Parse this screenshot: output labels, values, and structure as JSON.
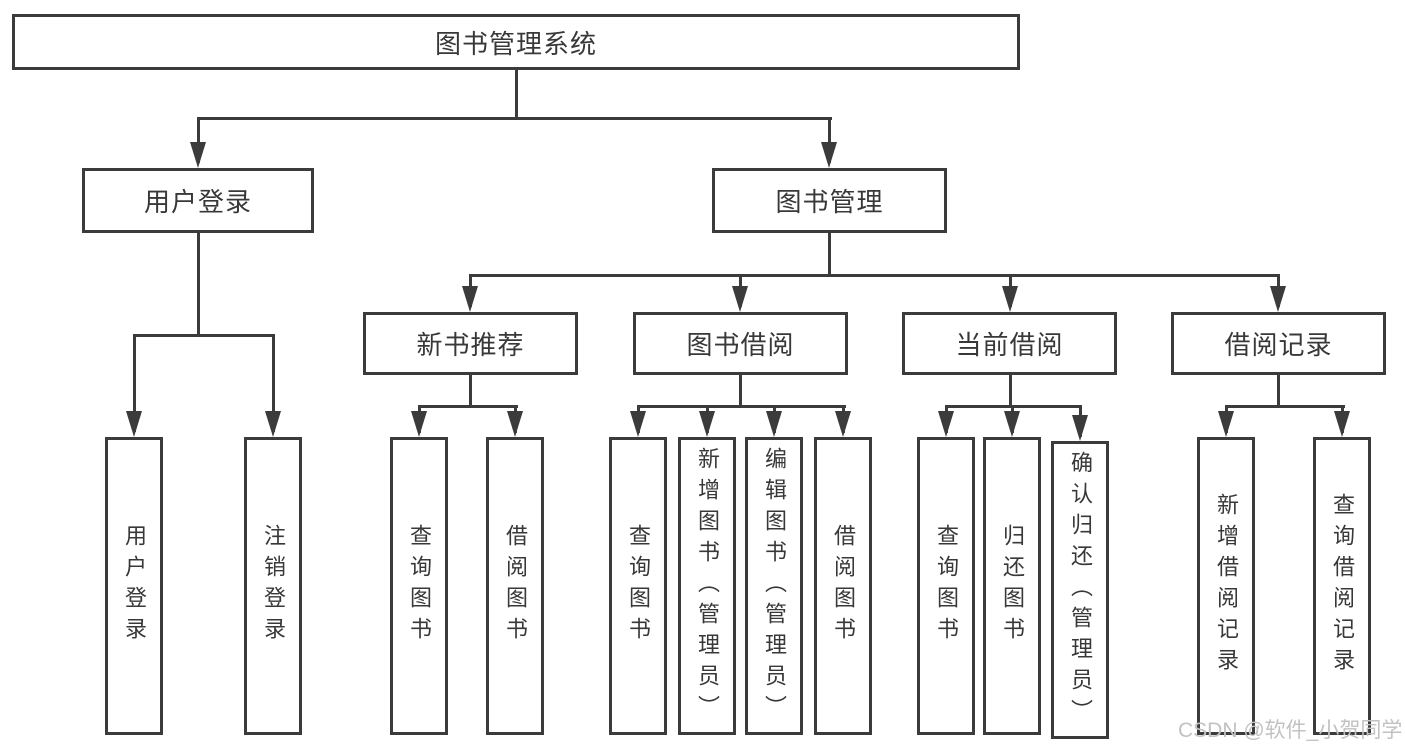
{
  "diagram": {
    "title": "图书管理系统",
    "type": "tree",
    "colors": {
      "line": "#3b3b3b",
      "text": "#383838",
      "background": "#ffffff",
      "watermark": "#c2c2c2"
    },
    "root": {
      "label": "图书管理系统"
    },
    "level2": [
      {
        "label": "用户登录",
        "parent": "图书管理系统"
      },
      {
        "label": "图书管理",
        "parent": "图书管理系统"
      }
    ],
    "level3": [
      {
        "label": "新书推荐",
        "parent": "图书管理"
      },
      {
        "label": "图书借阅",
        "parent": "图书管理"
      },
      {
        "label": "当前借阅",
        "parent": "图书管理"
      },
      {
        "label": "借阅记录",
        "parent": "图书管理"
      }
    ],
    "leaves": [
      {
        "label": "用户登录",
        "parent": "用户登录"
      },
      {
        "label": "注销登录",
        "parent": "用户登录"
      },
      {
        "label": "查询图书",
        "parent": "新书推荐"
      },
      {
        "label": "借阅图书",
        "parent": "新书推荐"
      },
      {
        "label": "查询图书",
        "parent": "图书借阅"
      },
      {
        "label": "新增图书（管理员）",
        "parent": "图书借阅"
      },
      {
        "label": "编辑图书（管理员）",
        "parent": "图书借阅"
      },
      {
        "label": "借阅图书",
        "parent": "图书借阅"
      },
      {
        "label": "查询图书",
        "parent": "当前借阅"
      },
      {
        "label": "归还图书",
        "parent": "当前借阅"
      },
      {
        "label": "确认归还（管理员）",
        "parent": "当前借阅"
      },
      {
        "label": "新增借阅记录",
        "parent": "借阅记录"
      },
      {
        "label": "查询借阅记录",
        "parent": "借阅记录"
      }
    ],
    "watermark": "CSDN @软件_小贺同学"
  }
}
